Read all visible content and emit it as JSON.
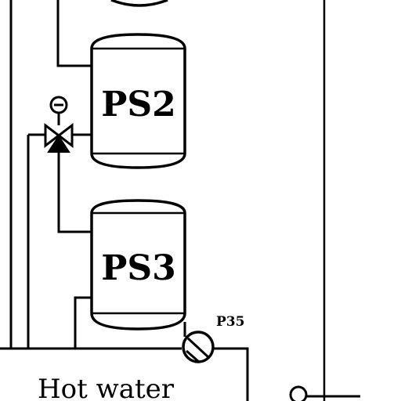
{
  "tanks": {
    "ps2": "PS2",
    "ps3": "PS3"
  },
  "pump": {
    "label": "P35"
  },
  "hot_water": {
    "label": "Hot water"
  },
  "icons": {
    "valve": "three-way-valve-icon",
    "actuator": "valve-actuator-icon",
    "pump": "circulation-pump-icon",
    "connector": "pipe-connector-icon"
  },
  "colors": {
    "line": "#000000",
    "background": "#ffffff"
  }
}
